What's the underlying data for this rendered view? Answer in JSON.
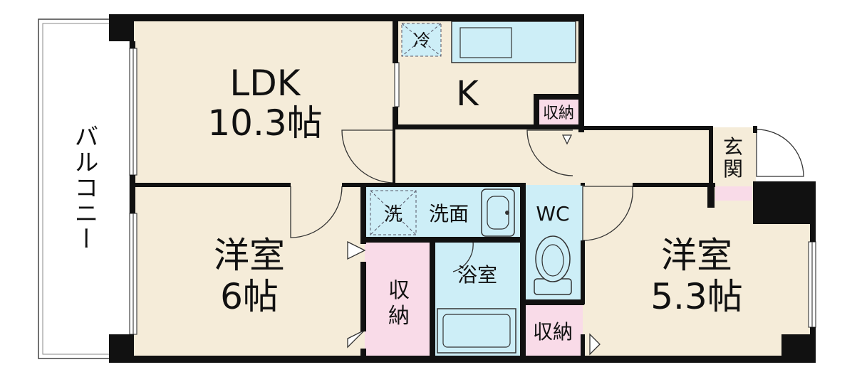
{
  "colors": {
    "wall": "#111111",
    "floor": "#f5ecd9",
    "wet": "#cdeef7",
    "storage": "#f9dbe8",
    "balcony": "#ffffff"
  },
  "rooms": {
    "balcony": "バルコニー",
    "ldk_name": "LDK",
    "ldk_size": "10.3帖",
    "kitchen": "K",
    "fridge": "冷",
    "kitchen_storage": "収納",
    "entrance_line1": "玄",
    "entrance_line2": "関",
    "western1_name": "洋室",
    "western1_size": "6帖",
    "western2_name": "洋室",
    "western2_size": "5.3帖",
    "washer": "洗",
    "washroom": "洗面",
    "wc": "WC",
    "bath": "浴室",
    "closet_line1": "収",
    "closet_line2": "納",
    "storage_bottom": "収納"
  }
}
